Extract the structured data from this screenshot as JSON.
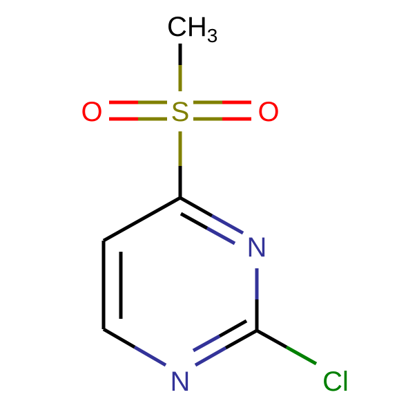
{
  "molecule": {
    "atoms": {
      "methyl": {
        "main": "CH",
        "sub": "3"
      },
      "sulfur": "S",
      "oxygen_left": "O",
      "oxygen_right": "O",
      "nitrogen_top": "N",
      "nitrogen_bottom": "N",
      "chlorine": "Cl"
    }
  },
  "colors": {
    "carbon": "#000000",
    "sulfur": "#808000",
    "oxygen": "#ff0000",
    "nitrogen": "#333399",
    "chlorine": "#008000"
  }
}
